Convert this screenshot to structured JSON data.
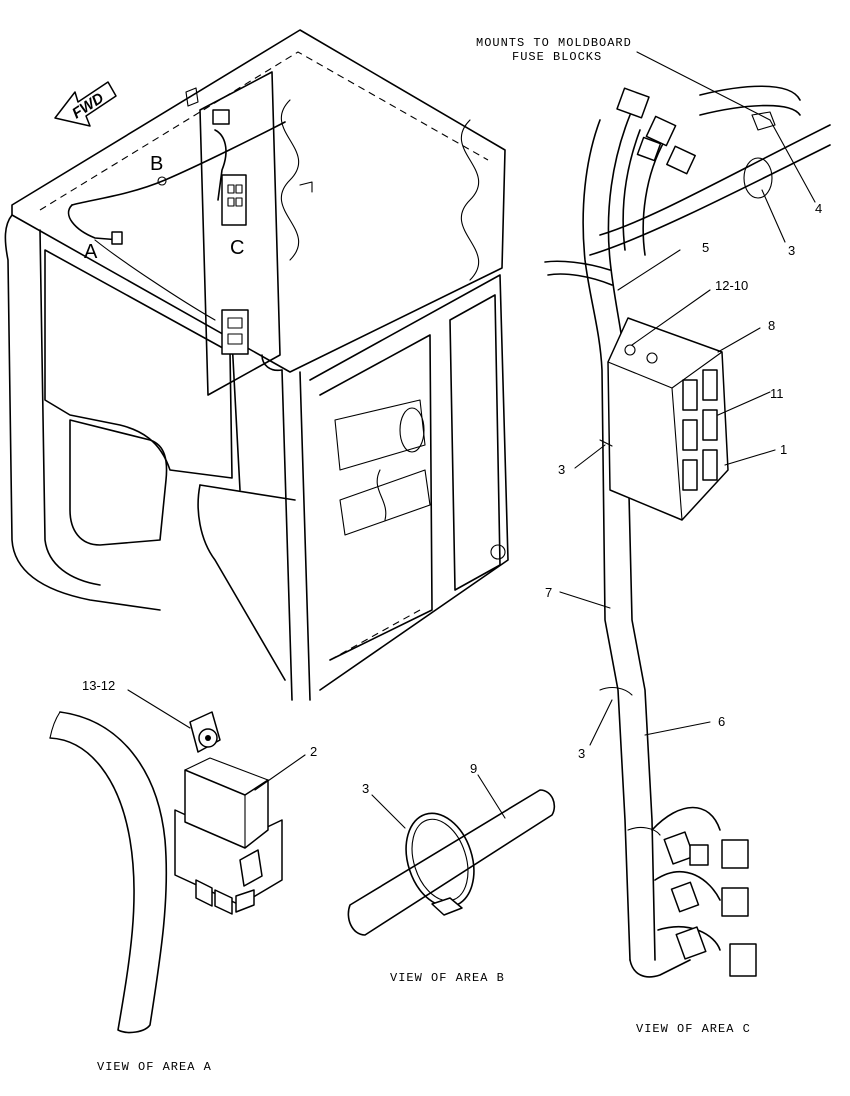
{
  "fwd_label": "FWD",
  "area_letters": {
    "a": "A",
    "b": "B",
    "c": "C"
  },
  "note": {
    "line1": "MOUNTS TO MOLDBOARD",
    "line2": "FUSE BLOCKS"
  },
  "callouts": {
    "c4": "4",
    "c3_top": "3",
    "c5": "5",
    "c12_10": "12-10",
    "c8": "8",
    "c11": "11",
    "c1": "1",
    "c3_mid": "3",
    "c7": "7",
    "c6": "6",
    "c3_low": "3",
    "c13_12": "13-12",
    "c2": "2",
    "c3_b": "3",
    "c9": "9"
  },
  "captions": {
    "view_a": "VIEW OF AREA A",
    "view_b": "VIEW OF AREA B",
    "view_c": "VIEW OF AREA C"
  }
}
